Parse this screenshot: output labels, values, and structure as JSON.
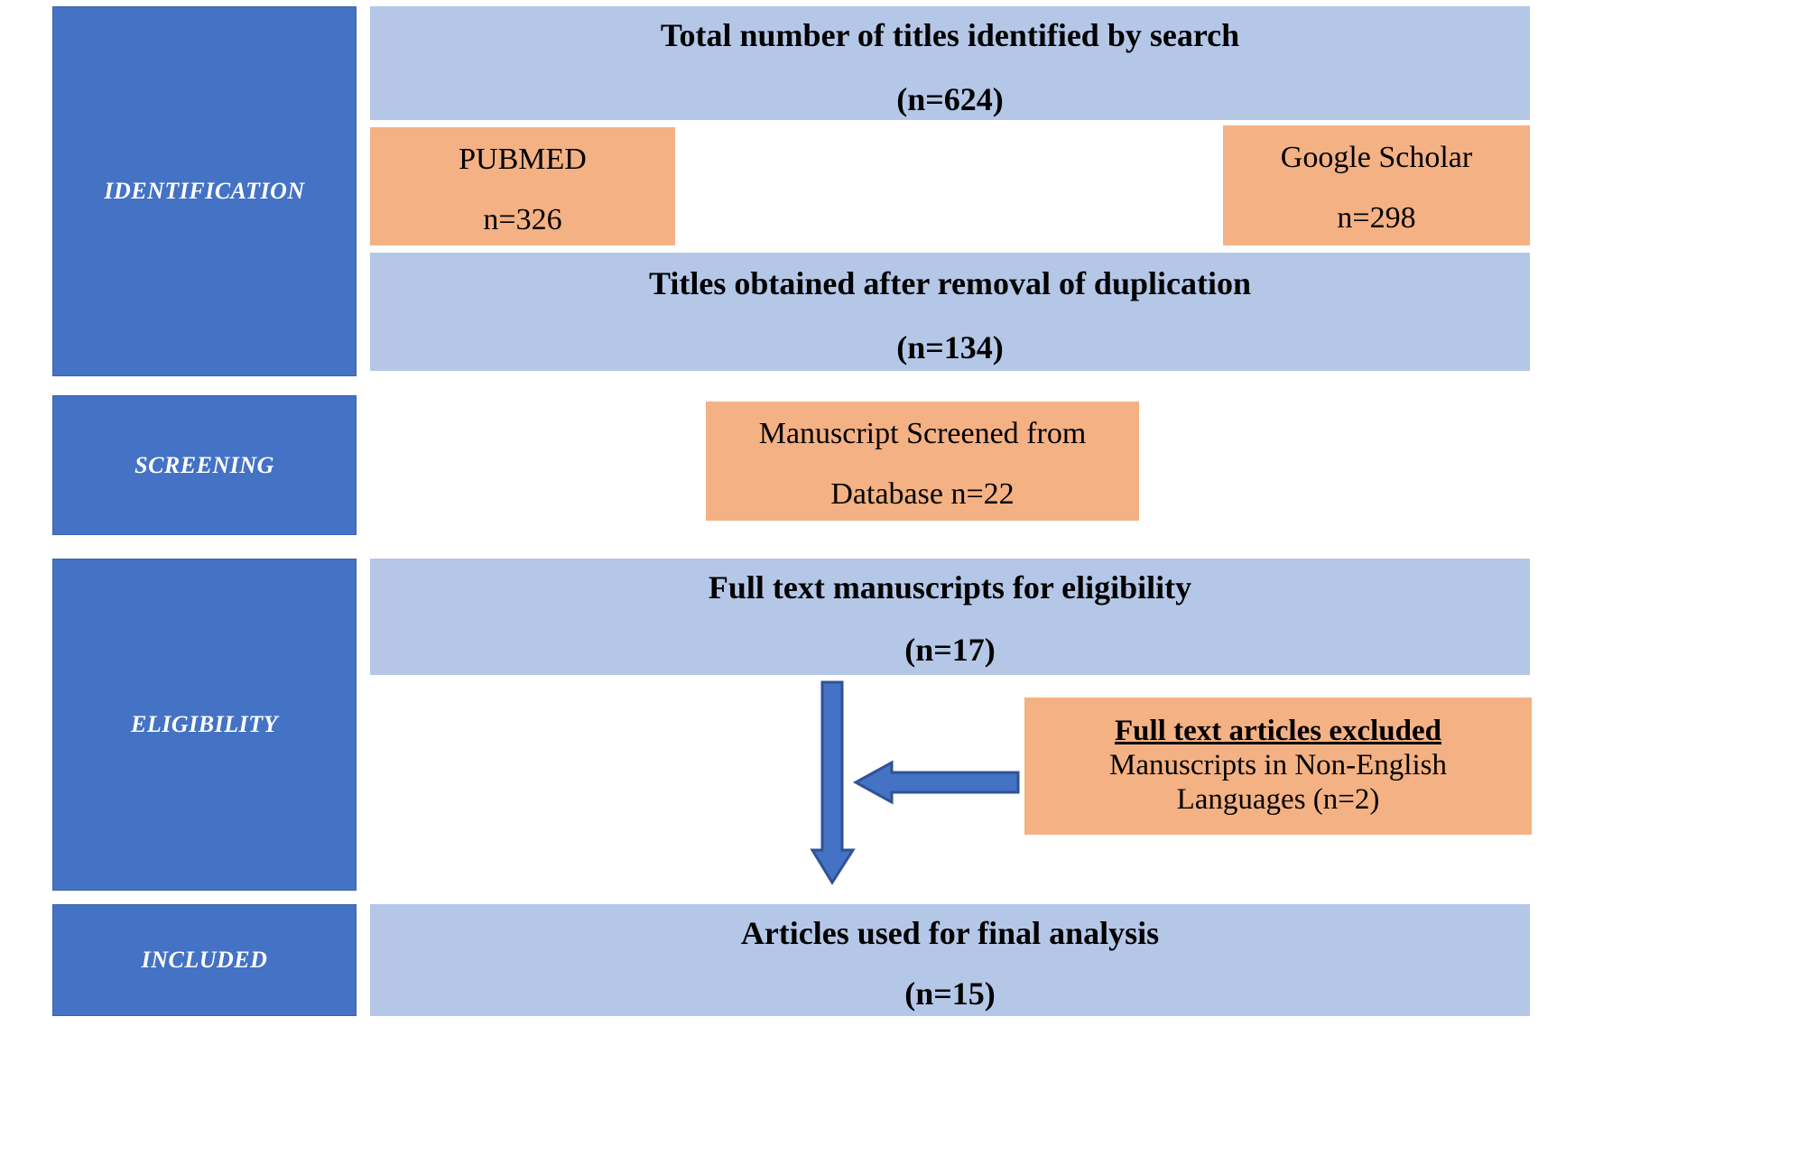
{
  "figure": {
    "kind": "study-selection-flow-diagram"
  },
  "palette": {
    "stage_fill": "#4472C4",
    "info_fill": "#B4C7E7",
    "source_fill": "#F4B183",
    "arrow_fill": "#4472C4",
    "arrow_border": "#2E5395",
    "stage_text": "#FFFFFF",
    "box_text": "#000000"
  },
  "stages": [
    {
      "label": "IDENTIFICATION"
    },
    {
      "label": "SCREENING"
    },
    {
      "label": "ELIGIBILITY"
    },
    {
      "label": "INCLUDED"
    }
  ],
  "boxes": {
    "total_identified": {
      "title": "Total number of titles identified by search",
      "count": "(n=624)"
    },
    "pubmed": {
      "title": "PUBMED",
      "count": "n=326"
    },
    "google_scholar": {
      "title": "Google Scholar",
      "count": "n=298"
    },
    "after_dedup": {
      "title": "Titles obtained after removal of duplication",
      "count": "(n=134)"
    },
    "screened": {
      "line1": "Manuscript Screened from",
      "line2": "Database n=22"
    },
    "full_text": {
      "title": "Full text manuscripts for eligibility",
      "count": "(n=17)"
    },
    "excluded": {
      "title": "Full text articles excluded",
      "line2": "Manuscripts in Non-English",
      "line3": "Languages (n=2)"
    },
    "final": {
      "title": "Articles used for final analysis",
      "count": "(n=15)"
    }
  }
}
